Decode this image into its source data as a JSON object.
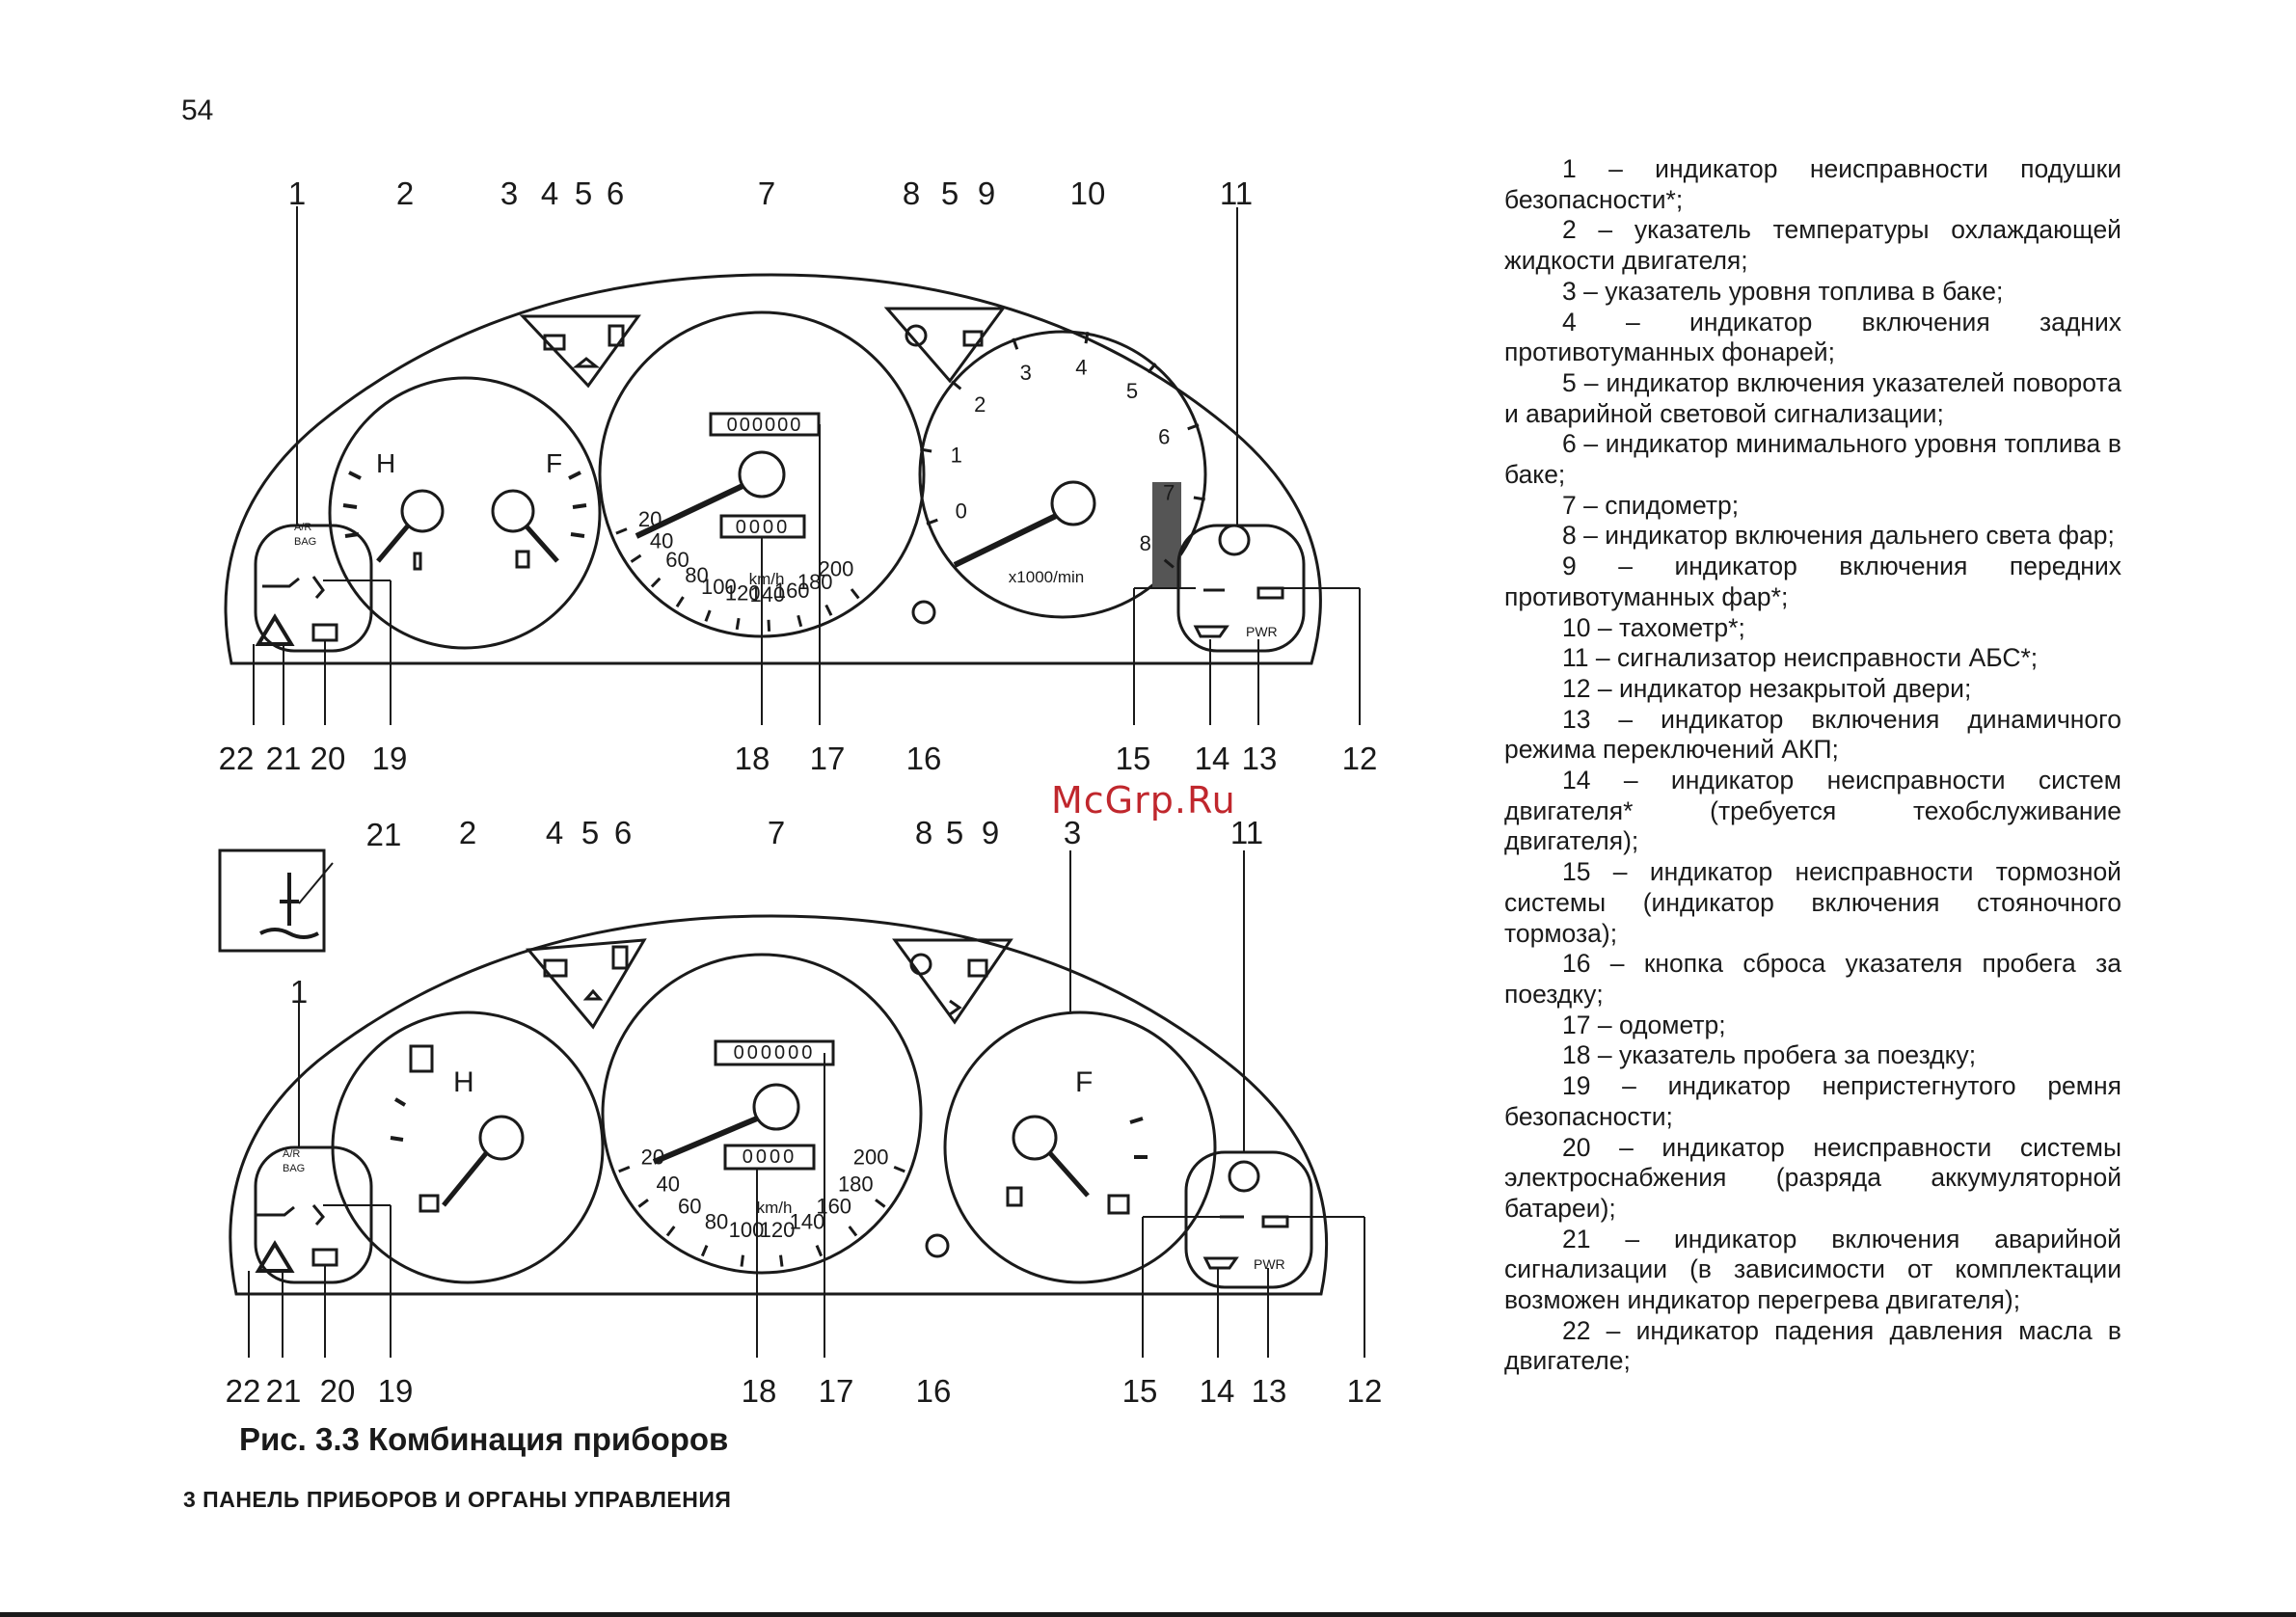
{
  "page": {
    "number": "54",
    "watermark": "McGrp.Ru",
    "caption": "Рис. 3.3 Комбинация приборов",
    "section_footer": "3 ПАНЕЛЬ ПРИБОРОВ И ОРГАНЫ УПРАВЛЕНИЯ"
  },
  "figure": {
    "airbag_label": [
      "A/R",
      "BAG"
    ],
    "pwr_label": "PWR",
    "top": {
      "callouts": [
        "1",
        "2",
        "3",
        "4",
        "5",
        "6",
        "7",
        "8",
        "5",
        "9",
        "10",
        "11",
        "22",
        "21",
        "20",
        "19",
        "18",
        "17",
        "16",
        "15",
        "14",
        "13",
        "12"
      ],
      "temp_letter": "H",
      "fuel_letter": "F",
      "speedo_ticks": [
        "20",
        "40",
        "60",
        "80",
        "100",
        "120",
        "140",
        "160",
        "180",
        "200"
      ],
      "speedo_unit": "km/h",
      "odometer": "000000",
      "trip": "0000",
      "tacho_ticks": [
        "0",
        "1",
        "2",
        "3",
        "4",
        "5",
        "6",
        "7",
        "8"
      ],
      "tacho_unit": "x1000/min"
    },
    "bottom": {
      "callouts": [
        "21",
        "2",
        "4",
        "5",
        "6",
        "7",
        "8",
        "5",
        "9",
        "3",
        "11",
        "1",
        "22",
        "21",
        "20",
        "19",
        "18",
        "17",
        "16",
        "15",
        "14",
        "13",
        "12"
      ],
      "temp_letter": "H",
      "fuel_letter": "F",
      "speedo_ticks": [
        "20",
        "40",
        "60",
        "80",
        "100",
        "120",
        "140",
        "160",
        "180",
        "200"
      ],
      "speedo_unit": "km/h",
      "odometer": "000000",
      "trip": "0000"
    }
  },
  "legend": [
    "1 – индикатор неисправности подушки безопасности*;",
    "2 – указатель температуры охлаждающей жидкости двигателя;",
    "3 – указатель уровня топлива в баке;",
    "4 – индикатор включения задних противотуманных фонарей;",
    "5 – индикатор включения указателей поворота и аварийной световой сигнализации;",
    "6 – индикатор минимального уровня топлива в баке;",
    "7 – спидометр;",
    "8 – индикатор включения дальнего света фар;",
    "9 – индикатор включения передних противотуманных фар*;",
    "10 – тахометр*;",
    "11 – сигнализатор неисправности АБС*;",
    "12 – индикатор незакрытой двери;",
    "13 – индикатор включения динамичного режима переключений АКП;",
    "14 – индикатор неисправности систем двигателя* (требуется техобслуживание двигателя);",
    "15 – индикатор неисправности тормозной системы (индикатор включения стояночного тормоза);",
    "16 – кнопка сброса указателя пробега за поездку;",
    "17 – одометр;",
    "18 – указатель пробега за поездку;",
    "19 – индикатор непристегнутого ремня безопасности;",
    "20 – индикатор неисправности системы электроснабжения (разряда аккумуляторной батареи);",
    "21 – индикатор включения аварийной сигнализации (в зависимости от комплектации возможен индикатор перегрева двигателя);",
    "22 – индикатор падения давления масла в двигателе;"
  ]
}
